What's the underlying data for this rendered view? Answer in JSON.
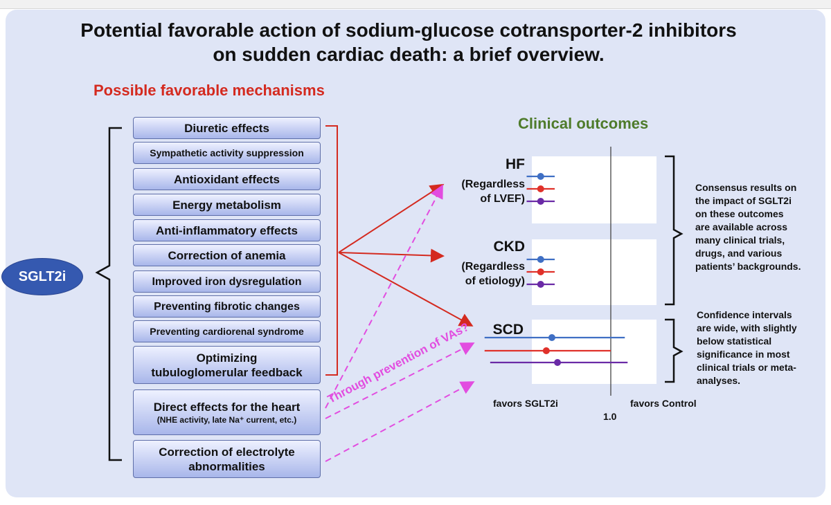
{
  "title_lines": [
    "Potential favorable action of sodium-glucose cotransporter-2 inhibitors",
    "on sudden cardiac death: a brief overview."
  ],
  "mechanisms_heading": "Possible favorable mechanisms",
  "clinical_heading": "Clinical outcomes",
  "drug_label": "SGLT2i",
  "mechanisms": [
    {
      "label": "Diuretic effects",
      "sub": ""
    },
    {
      "label": "Sympathetic activity suppression",
      "sub": ""
    },
    {
      "label": "Antioxidant effects",
      "sub": ""
    },
    {
      "label": "Energy metabolism",
      "sub": ""
    },
    {
      "label": "Anti-inflammatory effects",
      "sub": ""
    },
    {
      "label": "Correction of anemia",
      "sub": ""
    },
    {
      "label": "Improved iron dysregulation",
      "sub": ""
    },
    {
      "label": "Preventing fibrotic changes",
      "sub": ""
    },
    {
      "label": "Preventing cardiorenal syndrome",
      "sub": ""
    },
    {
      "label": "Optimizing tubuloglomerular feedback",
      "sub": ""
    },
    {
      "label": "Direct effects for the heart",
      "sub": "(NHE activity, late Na⁺ current, etc.)"
    },
    {
      "label": "Correction of electrolyte abnormalities",
      "sub": ""
    }
  ],
  "outcomes": [
    {
      "name": "HF",
      "detail": [
        "(Regardless",
        "of LVEF)"
      ]
    },
    {
      "name": "CKD",
      "detail": [
        "(Regardless",
        "of etiology)"
      ]
    },
    {
      "name": "SCD",
      "detail": []
    }
  ],
  "notes": {
    "consensus": [
      "Consensus results on",
      "the impact of SGLT2i",
      "on these outcomes",
      "are available across",
      "many clinical trials,",
      "drugs, and various",
      "patients’ backgrounds."
    ],
    "confidence": [
      "Confidence intervals",
      "are wide, with slightly",
      "below statistical",
      "significance in most",
      "clinical trials or meta-",
      "analyses."
    ]
  },
  "axis": {
    "favors_left": "favors SGLT2i",
    "favors_right": "favors Control",
    "reference": "1.0"
  },
  "va_text": "Through prevention of VAs?",
  "colors": {
    "panel_bg": "#dfe5f6",
    "mechanism_red": "#d42a1f",
    "clinical_green": "#4e7b2b",
    "drug_blue": "#3559b0",
    "dashed_magenta": "#e24de0",
    "series_blue": "#3f6fc4",
    "series_red": "#e0312a",
    "series_purple": "#6a2aa6"
  },
  "chart_data": {
    "type": "scatter",
    "reference_value": 1.0,
    "groups": [
      {
        "outcome": "HF",
        "markers": [
          {
            "color": "#3f6fc4",
            "point": 0.75,
            "ci": [
              0.7,
              0.8
            ]
          },
          {
            "color": "#e0312a",
            "point": 0.75,
            "ci": [
              0.7,
              0.8
            ]
          },
          {
            "color": "#6a2aa6",
            "point": 0.75,
            "ci": [
              0.7,
              0.8
            ]
          }
        ]
      },
      {
        "outcome": "CKD",
        "markers": [
          {
            "color": "#3f6fc4",
            "point": 0.75,
            "ci": [
              0.7,
              0.8
            ]
          },
          {
            "color": "#e0312a",
            "point": 0.75,
            "ci": [
              0.7,
              0.8
            ]
          },
          {
            "color": "#6a2aa6",
            "point": 0.75,
            "ci": [
              0.7,
              0.8
            ]
          }
        ]
      },
      {
        "outcome": "SCD",
        "markers": [
          {
            "color": "#3f6fc4",
            "point": 0.79,
            "ci": [
              0.55,
              1.05
            ]
          },
          {
            "color": "#e0312a",
            "point": 0.77,
            "ci": [
              0.55,
              1.0
            ]
          },
          {
            "color": "#6a2aa6",
            "point": 0.81,
            "ci": [
              0.57,
              1.06
            ]
          }
        ]
      }
    ]
  }
}
